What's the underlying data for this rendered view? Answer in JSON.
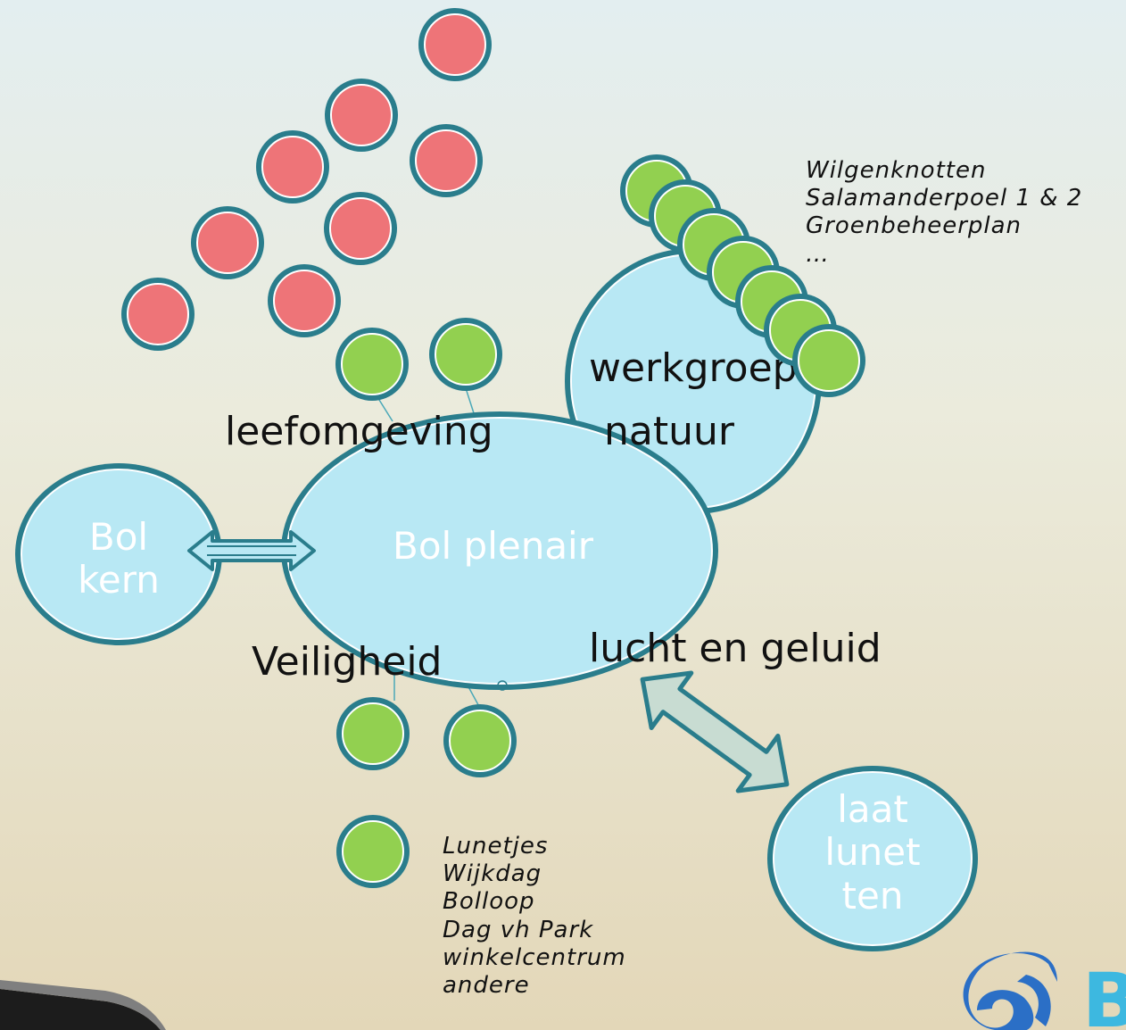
{
  "colors": {
    "bubble_fill": "#b8e8f4",
    "bubble_stroke": "#2a7d8c",
    "red_dot": "#ee7478",
    "green_dot": "#92d050",
    "arrow_fill": "#c8dcd2",
    "logo_blue": "#2b6fc6"
  },
  "bubbles": {
    "plenair": "Bol plenair",
    "kern_line1": "Bol",
    "kern_line2": "kern",
    "werkgroep": "werkgroep",
    "laat_line1": "laat",
    "laat_line2": "lunet",
    "laat_line3": "ten"
  },
  "labels": {
    "leefomgeving": "leefomgeving",
    "natuur": "natuur",
    "veiligheid": "Veiligheid",
    "lucht": "lucht en geluid"
  },
  "natuur_list": [
    "Wilgenknotten",
    "Salamanderpoel 1 & 2",
    "Groenbeheerplan",
    "…"
  ],
  "veiligheid_list": [
    "Lunetjes",
    "Wijkdag",
    "Bolloop",
    "Dag vh Park",
    "winkelcentrum",
    "andere"
  ],
  "logo_letter": "B"
}
